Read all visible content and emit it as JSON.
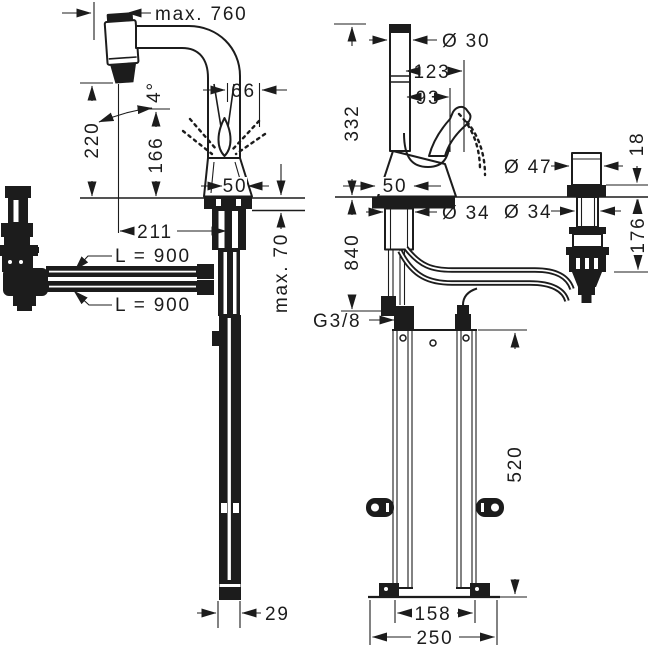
{
  "drawing": {
    "type": "technical-dimension-drawing",
    "subject": "kitchen mixer with pull-out spray and under-sink mounting unit",
    "unit": "mm",
    "colors": {
      "line": "#1c1c1c",
      "background": "#ffffff"
    },
    "front_view": {
      "max_pullout": "max. 760",
      "spout_height": "220",
      "aerator_height": "166",
      "swivel_angle": "4°",
      "spray_offset": "66",
      "base_width": "50",
      "spout_reach": "211",
      "hose_length_top": "L = 900",
      "hose_length_bottom": "L = 900",
      "max_counter_thickness": "max. 70",
      "hose_weight_width": "29"
    },
    "side_view": {
      "spout_diameter": "Ø 30",
      "total_height": "332",
      "handle_clearance_max": "123",
      "handle_clearance": "93",
      "base_depth": "50",
      "connection_height": "840",
      "shank_diameter": "Ø 34",
      "thread": "G3/8",
      "unit_height": "520",
      "unit_width": "158",
      "unit_base_width": "250",
      "valve_diameter": "Ø 47",
      "valve_above_deck": "18",
      "valve_shank_diameter": "Ø 34",
      "valve_below_deck": "176"
    }
  }
}
